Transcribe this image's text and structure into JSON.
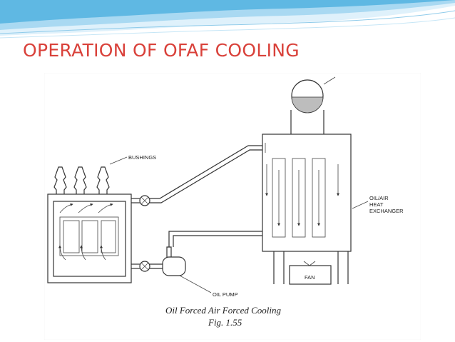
{
  "slide": {
    "title": "OPERATION OF OFAF COOLING",
    "title_color": "#d9413a",
    "header_wave_colors": [
      "#5fb8e3",
      "#a9d9f2",
      "#dff1fb"
    ]
  },
  "diagram": {
    "labels": {
      "bushings": "BUSHINGS",
      "exchanger_line1": "OIL/AIR",
      "exchanger_line2": "HEAT",
      "exchanger_line3": "EXCHANGER",
      "fan": "FAN",
      "oil_pump": "OIL PUMP"
    },
    "caption": "Oil Forced Air Forced Cooling",
    "caption_cut": "Fig. 1.55"
  }
}
